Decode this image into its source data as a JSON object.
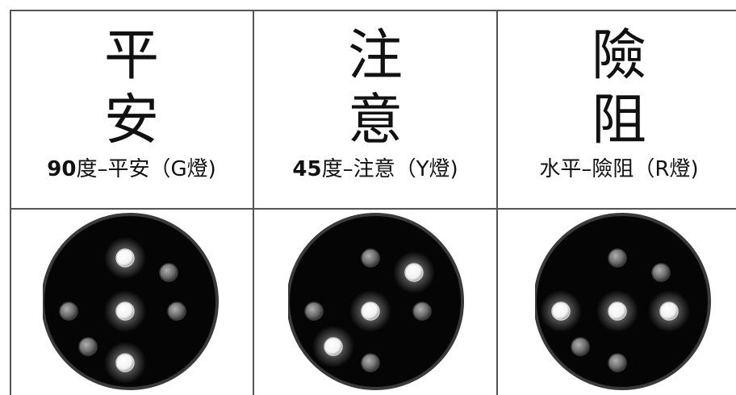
{
  "aspects": [
    {
      "char1": "平",
      "char2": "安",
      "caption_num": "90",
      "caption_text": "度–平安（G燈)"
    },
    {
      "char1": "注",
      "char2": "意",
      "caption_num": "45",
      "caption_text": "度–注意（Y燈)"
    },
    {
      "char1": "險",
      "char2": "阻",
      "caption_num": "",
      "caption_text": "水平–險阻（R燈)"
    }
  ],
  "lamp_states": [
    {
      "top": true,
      "upper_right": false,
      "left": false,
      "center": true,
      "right": false,
      "lower_left": false,
      "bottom": true
    },
    {
      "top": false,
      "upper_right": true,
      "left": false,
      "center": true,
      "right": false,
      "lower_left": true,
      "bottom": false
    },
    {
      "top": false,
      "upper_right": false,
      "left": true,
      "center": true,
      "right": true,
      "lower_left": false,
      "bottom": false
    }
  ],
  "colors": {
    "lit": "#ffffff",
    "unlit": "#6e6e6e",
    "disc": "#050505",
    "rim": "#3a3a3a",
    "border": "#555555"
  }
}
